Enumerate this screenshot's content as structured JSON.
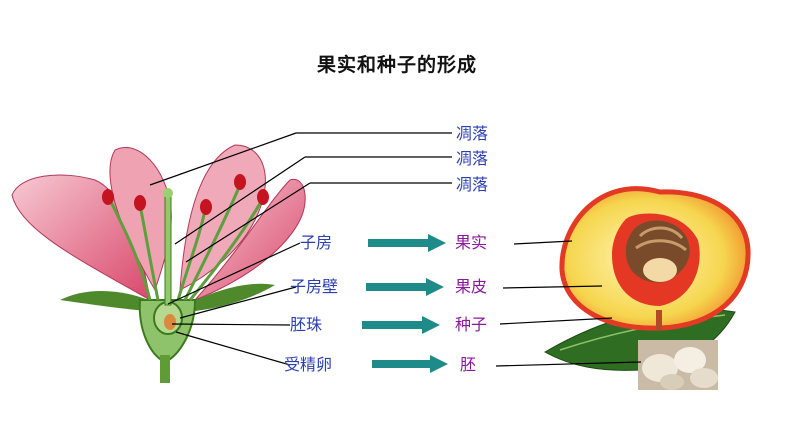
{
  "title": "果实和种子的形成",
  "wilt_labels": [
    "凋落",
    "凋落",
    "凋落"
  ],
  "rows": [
    {
      "part": "子房",
      "result": "果实"
    },
    {
      "part": "子房壁",
      "result": "果皮"
    },
    {
      "part": "胚珠",
      "result": "种子"
    },
    {
      "part": "受精卵",
      "result": "胚"
    }
  ],
  "colors": {
    "part_text": "#2b3fb3",
    "result_text": "#8a1a9b",
    "arrow": "#1f8a8a",
    "petal": "#e98aa0",
    "flesh": "#f5dc55",
    "skin": "#e23a24"
  }
}
